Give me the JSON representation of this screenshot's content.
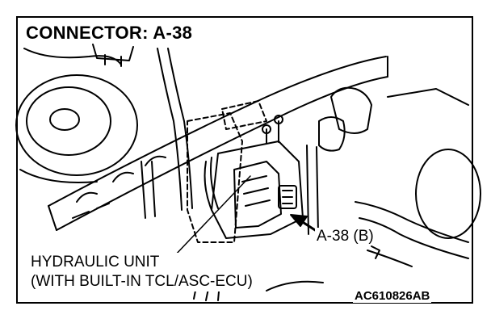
{
  "header": {
    "title": "CONNECTOR: A-38"
  },
  "callout": {
    "label": "A-38 (B)"
  },
  "component": {
    "line1": "HYDRAULIC UNIT",
    "line2": "(WITH BUILT-IN TCL/ASC-ECU)"
  },
  "figure": {
    "code": "AC610826AB"
  }
}
